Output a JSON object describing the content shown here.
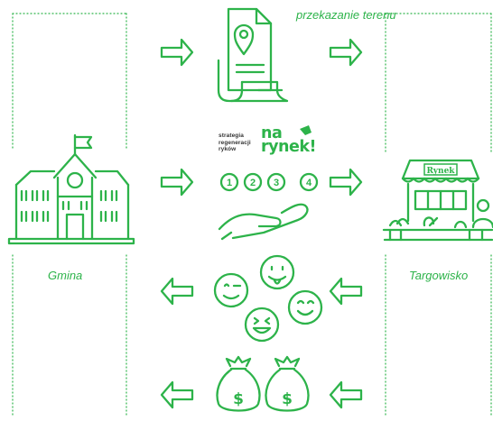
{
  "labels": {
    "transfer": "przekazanie terenu",
    "gmina": "Gmina",
    "targowisko": "Targowisko"
  },
  "logo": {
    "tagline_line1": "strategia",
    "tagline_line2": "regeneracji",
    "tagline_line3": "ryków",
    "brand_line1": "na",
    "brand_line2": "rynek!"
  },
  "steps": [
    "1",
    "2",
    "3",
    "4"
  ],
  "market_sign": "Rynek",
  "money_symbol": "$",
  "colors": {
    "primary": "#2db34a",
    "dark_text": "#333333"
  },
  "icons": {
    "gmina": "town-hall-icon",
    "targowisko": "market-stall-icon",
    "transfer": "location-document-icon",
    "strategy": "hand-steps-icon",
    "smiles": "smiley-faces-icon",
    "money": "money-bags-icon"
  }
}
